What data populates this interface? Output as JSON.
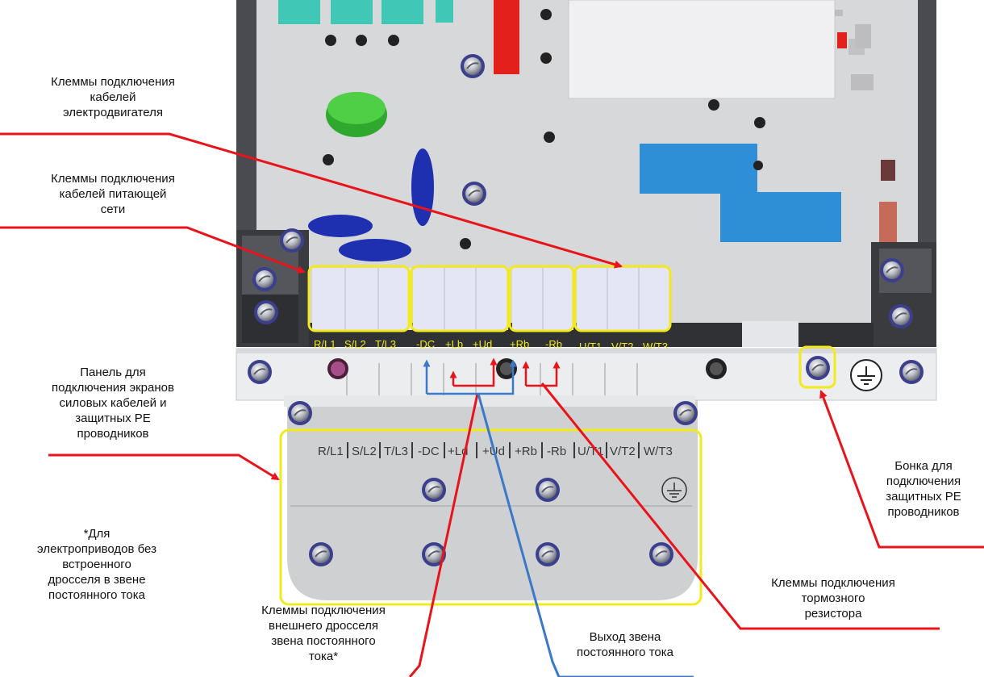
{
  "callouts": {
    "motor_terminals": "Клеммы подключения\nкабелей\nэлектродвигателя",
    "supply_terminals": "Клеммы подключения\nкабелей питающей\nсети",
    "shield_panel": "Панель для\nподключения экранов\nсиловых кабелей и\nзащитных РЕ\nпроводников",
    "footnote": "*Для\nэлектроприводов без\nвстроенного\nдросселя в звене\nпостоянного тока",
    "choke_terminals": "Клеммы подключения\nвнешнего дросселя\nзвена постоянного\nтока*",
    "dc_output": "Выход звена\nпостоянного тока",
    "brake_terminals": "Клеммы подключения\nтормозного\nрезистора",
    "pe_boss": "Бонка для\nподключения\nзащитных РЕ\nпроводников"
  },
  "terminal_labels": [
    "R/L1",
    "S/L2",
    "T/L3",
    "-DC",
    "+Lb",
    "+Ud",
    "+Rb",
    "-Rb",
    "U/T1",
    "V/T2",
    "W/T3"
  ],
  "plate_labels": [
    "R/L1",
    "S/L2",
    "T/L3",
    "-DC",
    "+Ld",
    "+Ud",
    "+Rb",
    "-Rb",
    "U/T1",
    "V/T2",
    "W/T3"
  ],
  "colors": {
    "highlight": "#f2ea1c",
    "arrow_red": "#e8141b",
    "arrow_blue": "#3a78c8",
    "terminal_text": "#f2ea1c"
  }
}
